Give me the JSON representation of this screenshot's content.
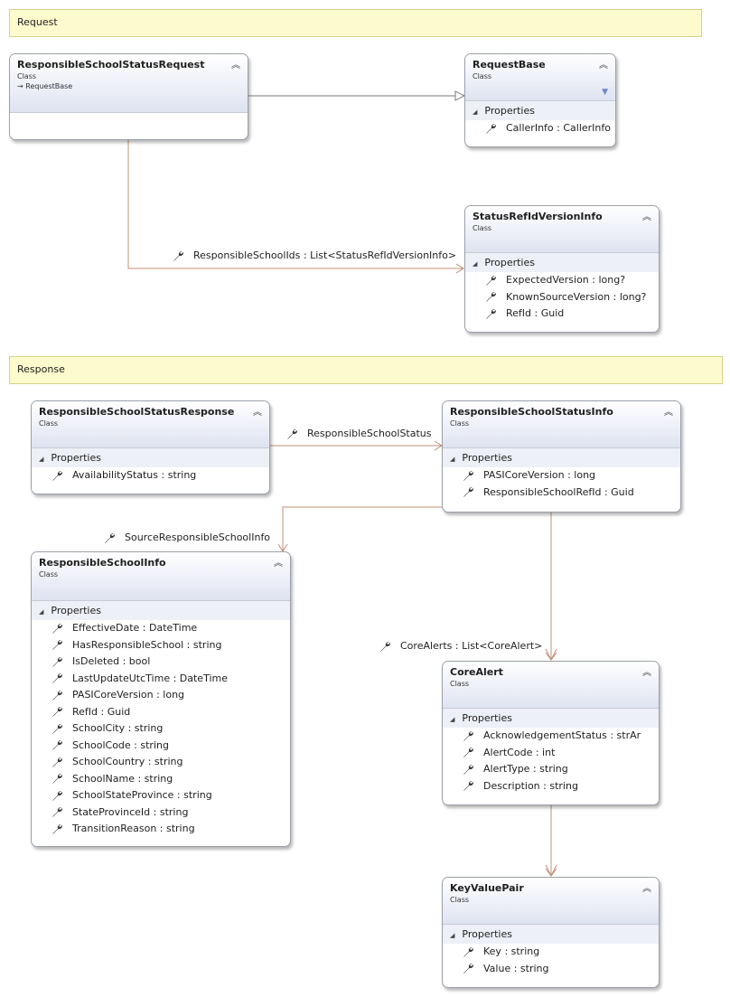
{
  "groups": {
    "request": "Request",
    "response": "Response"
  },
  "classes": {
    "rsreq": {
      "name": "ResponsibleSchoolStatusRequest",
      "kind": "Class",
      "base": "RequestBase"
    },
    "reqbase": {
      "name": "RequestBase",
      "kind": "Class",
      "section": "Properties",
      "props": [
        "CallerInfo : CallerInfo"
      ]
    },
    "srvi": {
      "name": "StatusRefIdVersionInfo",
      "kind": "Class",
      "section": "Properties",
      "props": [
        "ExpectedVersion : long?",
        "KnownSourceVersion : long?",
        "RefId : Guid"
      ]
    },
    "rsresp": {
      "name": "ResponsibleSchoolStatusResponse",
      "kind": "Class",
      "section": "Properties",
      "props": [
        "AvailabilityStatus : string"
      ]
    },
    "rsinfo": {
      "name": "ResponsibleSchoolStatusInfo",
      "kind": "Class",
      "section": "Properties",
      "props": [
        "PASICoreVersion : long",
        "ResponsibleSchoolRefId : Guid"
      ]
    },
    "rschool": {
      "name": "ResponsibleSchoolInfo",
      "kind": "Class",
      "section": "Properties",
      "props": [
        "EffectiveDate : DateTime",
        "HasResponsibleSchool : string",
        "IsDeleted : bool",
        "LastUpdateUtcTime : DateTime",
        "PASICoreVersion : long",
        "RefId : Guid",
        "SchoolCity : string",
        "SchoolCode : string",
        "SchoolCountry : string",
        "SchoolName : string",
        "SchoolStateProvince : string",
        "StateProvinceId : string",
        "TransitionReason : string"
      ]
    },
    "corealert": {
      "name": "CoreAlert",
      "kind": "Class",
      "section": "Properties",
      "props": [
        "AcknowledgementStatus : strAr",
        "AlertCode : int",
        "AlertType : string",
        "Description : string"
      ]
    },
    "kvp": {
      "name": "KeyValuePair",
      "kind": "Class",
      "section": "Properties",
      "props": [
        "Key : string",
        "Value : string"
      ]
    }
  },
  "associations": {
    "responsible_school_ids": "ResponsibleSchoolIds : List<StatusRefIdVersionInfo>",
    "responsible_school_status": "ResponsibleSchoolStatus",
    "source_responsible_school_info": "SourceResponsibleSchoolInfo",
    "core_alerts": "CoreAlerts : List<CoreAlert>"
  },
  "colors": {
    "association_line": "#c0907a",
    "inheritance_line": "#7a7a7a",
    "group_fill": "#fdfbcd"
  }
}
